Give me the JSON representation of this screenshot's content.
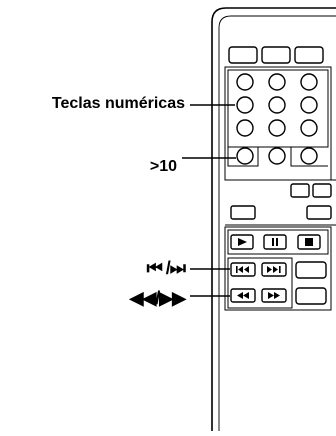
{
  "labels": {
    "numeric_keys": "Teclas numéricas",
    "greater_than_10": ">10",
    "skip": "⏮ /⏭",
    "scan": "◀◀/▶▶"
  },
  "remote": {
    "top_buttons": 3,
    "numeric_buttons": 9,
    "transport_icons": [
      "play-icon",
      "pause-icon",
      "stop-icon"
    ],
    "skip_icons": [
      "skip-back-icon",
      "skip-forward-icon"
    ],
    "scan_icons": [
      "rewind-icon",
      "fast-forward-icon"
    ]
  }
}
